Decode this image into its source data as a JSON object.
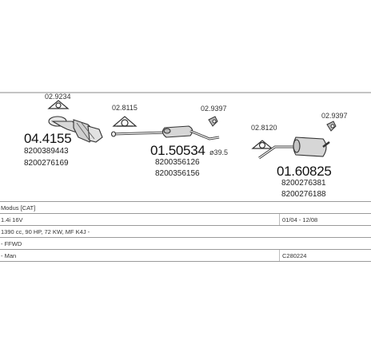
{
  "parts": {
    "clamp_left": "02.9234",
    "cat_code": "04.4155",
    "cat_oem_1": "8200389443",
    "cat_oem_2": "8200276169",
    "gasket_mid": "02.8115",
    "mid_code": "01.50534",
    "mid_oem_1": "8200356126",
    "mid_oem_2": "8200356156",
    "rubber_mid": "02.9397",
    "pipe_diameter": "ø39.5",
    "gasket_right": "02.8120",
    "rubber_right": "02.9397",
    "rear_code": "01.60825",
    "rear_oem_1": "8200276381",
    "rear_oem_2": "8200276188"
  },
  "table": {
    "rows": [
      {
        "left": "Modus [CAT]",
        "right": ""
      },
      {
        "left": "1.4i 16V",
        "right": "01/04 - 12/08"
      },
      {
        "left": "1390 cc, 90 HP, 72 KW, MF K4J -",
        "right": ""
      },
      {
        "left": "- FFWD",
        "right": ""
      },
      {
        "left": "- Man",
        "right": "C280224"
      }
    ]
  }
}
